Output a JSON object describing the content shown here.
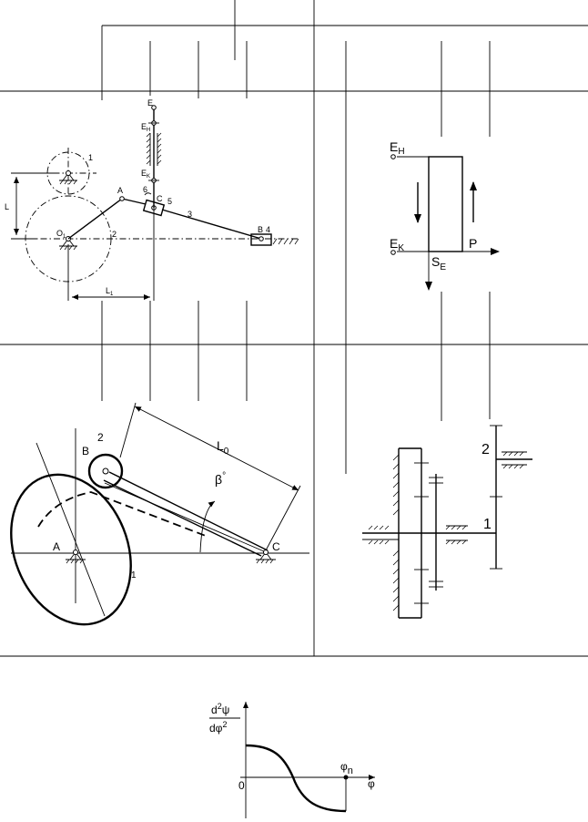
{
  "mechanism_a": {
    "gear_upper": "1",
    "gear_lower": "2",
    "link_3": "3",
    "link_4": "4",
    "link_5": "5",
    "link_6": "6",
    "point_A": "A",
    "point_B": "B",
    "point_C": "C",
    "point_E": "E",
    "point_EH": "E",
    "point_EH_sub": "H",
    "point_EK": "E",
    "point_EK_sub": "K",
    "pivot_O1": "O",
    "pivot_O1_sub": "1",
    "dim_L": "L",
    "dim_L1": "L",
    "dim_L1_sub": "1"
  },
  "force_diagram": {
    "label_EH": "E",
    "label_EH_sub": "H",
    "label_EK": "E",
    "label_EK_sub": "K",
    "label_P": "P",
    "label_SE": "S",
    "label_SE_sub": "E"
  },
  "cam_mechanism": {
    "label_A": "A",
    "label_B": "B",
    "label_C": "C",
    "cam_num": "1",
    "roller_num": "2",
    "dim_L0": "L",
    "dim_L0_sub": "0",
    "angle_beta": "β",
    "angle_deg": "°"
  },
  "gear_train": {
    "shaft_1": "1",
    "shaft_2": "2"
  },
  "acceleration_graph": {
    "ylabel_num": "d",
    "ylabel_num_sup": "2",
    "ylabel_psi": "ψ",
    "ylabel_den": "dφ",
    "ylabel_den_sup": "2",
    "origin": "0",
    "phi_n": "φ",
    "phi_n_sub": "n",
    "xlabel": "φ"
  }
}
